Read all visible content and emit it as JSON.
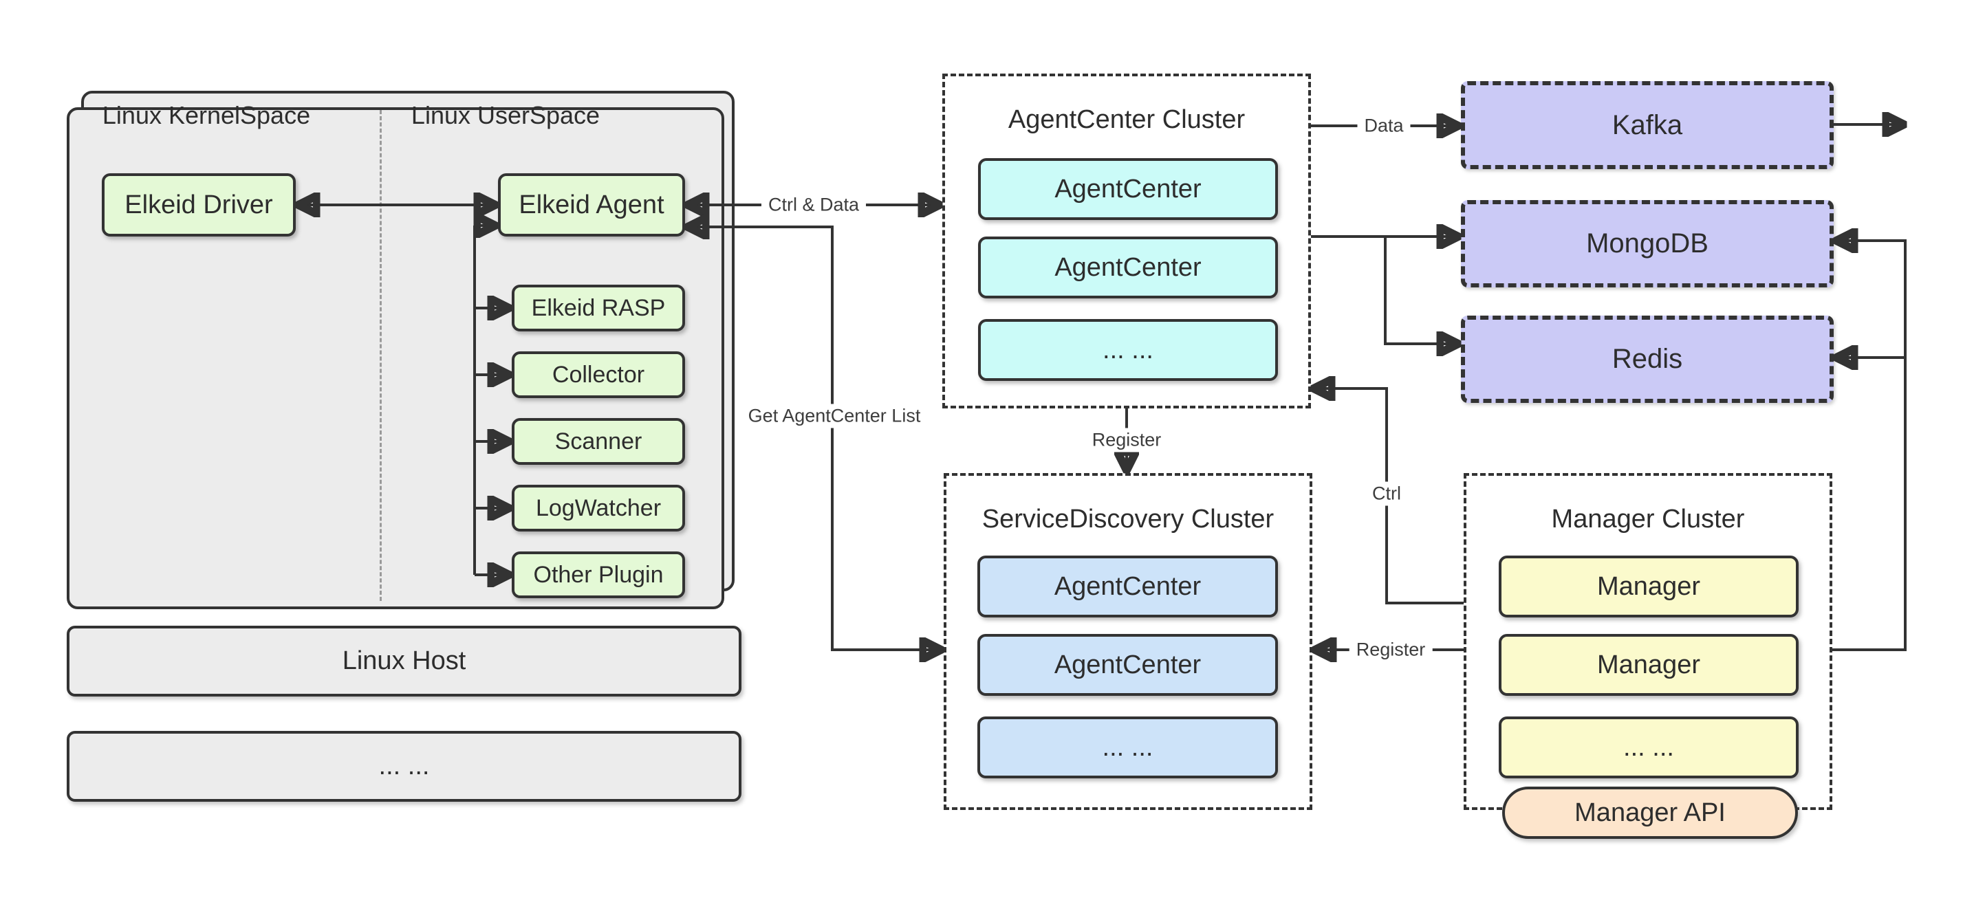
{
  "colors": {
    "line": "#333333",
    "text": "#2d2d2d",
    "label": "#3d3d3d",
    "panel": "#ececec",
    "green": "#e4f9d6",
    "cyan": "#cbfbf8",
    "blue": "#cde3f9",
    "yellow": "#fbfacc",
    "peach": "#fde5cc",
    "purple": "#cbcaf6"
  },
  "host_group": {
    "kernel_space_title": "Linux KernelSpace",
    "user_space_title": "Linux UserSpace",
    "driver": "Elkeid Driver",
    "agent": "Elkeid Agent",
    "plugins": [
      "Elkeid RASP",
      "Collector",
      "Scanner",
      "LogWatcher",
      "Other Plugin"
    ],
    "host": "Linux Host",
    "more": "... ..."
  },
  "clusters": {
    "agentcenter": {
      "title": "AgentCenter Cluster",
      "nodes": [
        "AgentCenter",
        "AgentCenter",
        "... ..."
      ]
    },
    "servicediscovery": {
      "title": "ServiceDiscovery Cluster",
      "nodes": [
        "AgentCenter",
        "AgentCenter",
        "... ..."
      ]
    },
    "manager": {
      "title": "Manager Cluster",
      "nodes": [
        "Manager",
        "Manager",
        "... ..."
      ],
      "api": "Manager API"
    }
  },
  "datastores": {
    "kafka": "Kafka",
    "mongodb": "MongoDB",
    "redis": "Redis"
  },
  "edge_labels": {
    "ctrl_and_data": "Ctrl & Data",
    "get_agentcenter_list": "Get AgentCenter List",
    "register_agentcenter": "Register",
    "data": "Data",
    "ctrl": "Ctrl",
    "register_manager": "Register"
  }
}
